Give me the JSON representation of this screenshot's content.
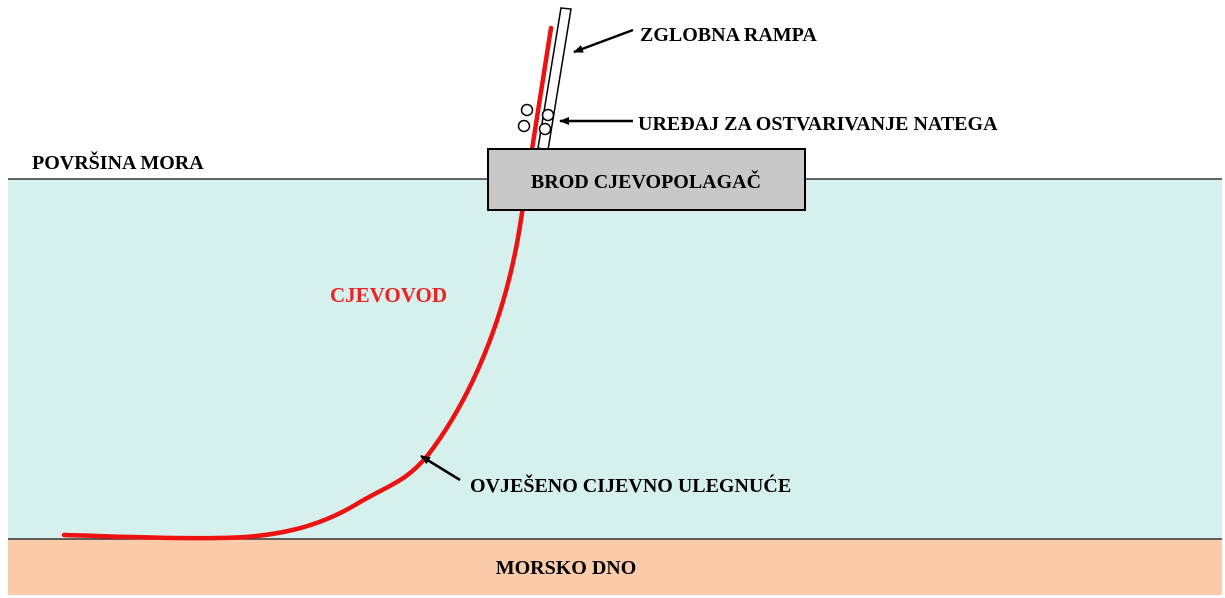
{
  "labels": {
    "surface": "POVRŠINA MORA",
    "vessel": "BROD CJEVOPOLAGAČ",
    "ramp": "ZGLOBNA RAMPA",
    "tensioner": "UREĐAJ ZA OSTVARIVANJE NATEGA",
    "pipeline": "CJEVOVOD",
    "sagbend": "OVJEŠENO CIJEVNO ULEGNUĆE",
    "seabed": "MORSKO DNO"
  },
  "colors": {
    "sea": "#d6f1ed",
    "seabed": "#fcccaa",
    "vessel": "#c8c8c8",
    "pipeline": "#ee1111",
    "pipeline_label": "#ee2222",
    "text": "#000000"
  }
}
